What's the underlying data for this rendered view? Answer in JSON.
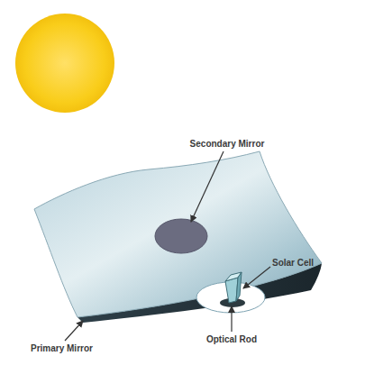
{
  "diagram": {
    "labels": [
      "Secondary Mirror",
      "Solar Cell",
      "Optical Rod",
      "Primary Mirror"
    ]
  }
}
